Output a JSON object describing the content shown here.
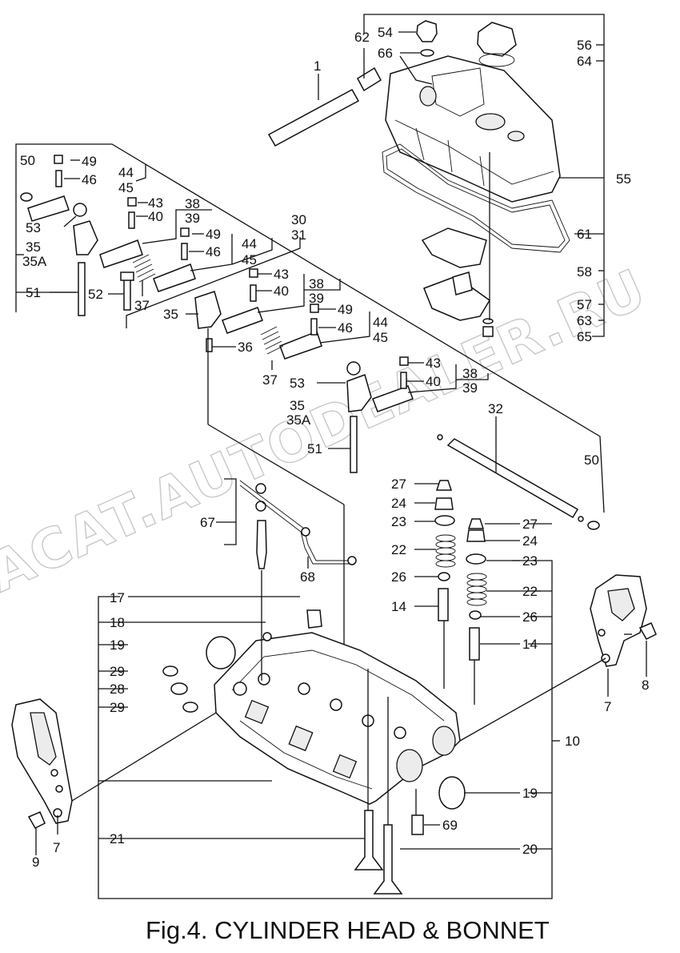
{
  "caption": "Fig.4.  CYLINDER HEAD & BONNET",
  "watermark": "ACAT.AUTODEALER.RU",
  "labels": {
    "l1": "1",
    "l7a": "7",
    "l7b": "7",
    "l8": "8",
    "l9": "9",
    "l10": "10",
    "l14a": "14",
    "l14b": "14",
    "l17": "17",
    "l18": "18",
    "l19a": "19",
    "l19b": "19",
    "l20": "20",
    "l21": "21",
    "l22a": "22",
    "l22b": "22",
    "l23a": "23",
    "l23b": "23",
    "l24a": "24",
    "l24b": "24",
    "l26a": "26",
    "l26b": "26",
    "l27a": "27",
    "l27b": "27",
    "l28": "28",
    "l29a": "29",
    "l29b": "29",
    "l30": "30",
    "l31": "31",
    "l32": "32",
    "l35a": "35",
    "l35b": "35",
    "l35c": "35",
    "l35Aa": "35A",
    "l35Ab": "35A",
    "l36": "36",
    "l37a": "37",
    "l37b": "37",
    "l38a": "38",
    "l38b": "38",
    "l38c": "38",
    "l39a": "39",
    "l39b": "39",
    "l39c": "39",
    "l40a": "40",
    "l40b": "40",
    "l40c": "40",
    "l43a": "43",
    "l43b": "43",
    "l43c": "43",
    "l44a": "44",
    "l44b": "44",
    "l44c": "44",
    "l45a": "45",
    "l45b": "45",
    "l45c": "45",
    "l46a": "46",
    "l46b": "46",
    "l46c": "46",
    "l49a": "49",
    "l49b": "49",
    "l49c": "49",
    "l50a": "50",
    "l50b": "50",
    "l51a": "51",
    "l51b": "51",
    "l52": "52",
    "l53a": "53",
    "l53b": "53",
    "l54": "54",
    "l55": "55",
    "l56": "56",
    "l57": "57",
    "l58": "58",
    "l61": "61",
    "l62": "62",
    "l63": "63",
    "l64": "64",
    "l65": "65",
    "l66": "66",
    "l67": "67",
    "l68": "68",
    "l69": "69"
  }
}
